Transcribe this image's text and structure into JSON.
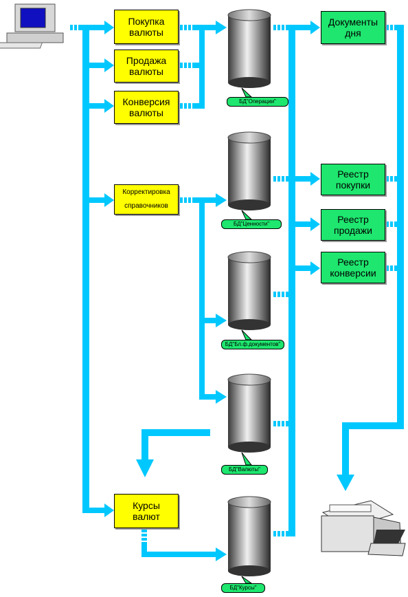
{
  "nodes": {
    "buy": "Покупка\nвалюты",
    "sell": "Продажа\nвалюты",
    "convert": "Конверсия\nвалюты",
    "refs": "Корректировка\nсправочников",
    "rates": "Курсы\nвалют",
    "docs_day": "Документы\nдня",
    "reg_buy": "Реестр\nпокупки",
    "reg_sell": "Реестр\nпродажи",
    "reg_conv": "Реестр\nконверсии"
  },
  "databases": {
    "ops": "БД\"Операции\"",
    "values": "БД\"Ценности\"",
    "docs": "БД\"Бл.ф.документов\"",
    "currencies": "БД\"Валюты\"",
    "rates": "БД\"Курсы\""
  },
  "colors": {
    "arrow": "#00c8ff",
    "process_box": "#ffff00",
    "report_box": "#1ee66e"
  }
}
